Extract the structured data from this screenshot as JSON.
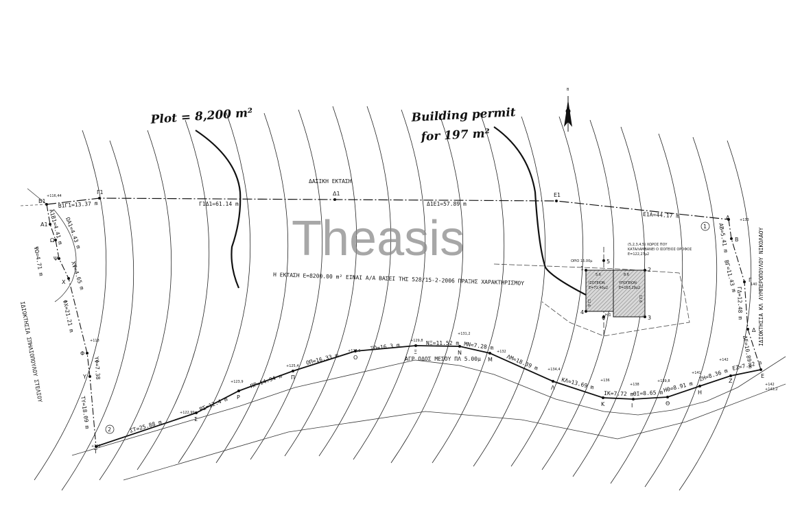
{
  "annotations": {
    "plot": "Plot = 8,200 m²",
    "permit_line1": "Building permit",
    "permit_line2": "for 197 m²"
  },
  "watermark": "Theasis",
  "labels": {
    "forest_area": "ΔΑΣΙΚΗ ΕΚΤΑΣΗ",
    "area_statement": "Η ΕΚΤΑΣΗ Ε=8200.00 m² ΕΙΝΑΙ Α/Α ΒΑΣΕΙ ΤΗΣ 528/15-2-2006 ΠΡΑΞΗΣ ΧΑΡΑΚΤΗΡΙΣΜΟΥ",
    "road": "ΑΓΡ ΟΔΟΣ ΜΕΣΟΥ ΠΛ 5.00μ",
    "owner_left": "ΙΔΙΟΚΤΗΣΙΑ ΣΠΗΛΙΟΠΟΥΛΟΥ ΣΤΕΛΙΟΥ",
    "owner_right": "ΙΔΙΟΚΤΗΣΙΑ ΚΛ ΛΥΜΠΕΡΟΠΟΥΛΟΥ ΝΙΚΟΛΑΟΥ",
    "setback": "ΟΡΙΟ 15.00μ",
    "ground_floor_area_note_1": "(5,2,3,4,5) ΧΩΡΟΣ ΠΟΥ",
    "ground_floor_area_note_2": "ΚΑΤΑΛΑΜΒΑΝΕΙ Ο ΙΣΟΓΕΙΟΣ ΟΡΟΦΟΣ",
    "ground_floor_area_note_3": "Ε=122,27μ2",
    "ground_floor": "ΙΣΟΓΕΙΟΝ",
    "ground_floor_area": "Ε=71,40μ2",
    "basement": "ΥΠΟΓΕΙΟΝ",
    "basement_area": "Ε=163,29μ2",
    "dim_a": "5.6",
    "dim_b": "8.6",
    "dim_c": "12.6",
    "dim_d": "12.6",
    "dim_e": "H/Σ",
    "circle_1": "1",
    "circle_2": "2",
    "north": "B"
  },
  "points": {
    "B1": "B1",
    "G1": "Γ1",
    "D1": "Δ1",
    "E1": "E1",
    "A": "A",
    "B": "B",
    "G": "Γ",
    "D": "Δ",
    "E": "E",
    "Z": "Z",
    "H": "H",
    "TH": "Θ",
    "I": "I",
    "K": "K",
    "L": "Λ",
    "M": "M",
    "N": "N",
    "X": "Ξ",
    "O": "Ο",
    "P": "Π",
    "R": "P",
    "S": "Σ",
    "T": "T",
    "Y": "Y",
    "F": "Φ",
    "CH": "X",
    "PS": "Ψ",
    "W": "Ω",
    "A1": "A1",
    "b1": "1",
    "b2": "2",
    "b3": "3",
    "b4": "4",
    "b5": "5",
    "b6": "6"
  },
  "elevations": {
    "B1": "+116,44",
    "A": "+133",
    "G": "140",
    "E": "+142",
    "Z": "+142",
    "H": "+141",
    "TH": "+139,8",
    "I": "+138",
    "K": "+136",
    "L": "+134,4",
    "M": "+132",
    "N": "+131,2",
    "X": "+129,8",
    "O": "+127,6",
    "P": "+125,4",
    "R": "+123,9",
    "S": "+122,99",
    "T": "+121",
    "F": "+118",
    "E2": "+143,2"
  },
  "segments": {
    "B1G1": "B1Γ1=13.37 m",
    "G1D1": "Γ1Δ1=61.14 m",
    "D1E1": "Δ1E1=57.89 m",
    "E1A": "E1A=44.17 m",
    "AB": "AB=5.41 m",
    "BG": "BΓ=11.43 m",
    "GD": "ΓΔ=12.48 m",
    "DE": "ΔE=10.89 m",
    "EZ": "EZ=7.82 m",
    "ZH": "ZH=8.36 m",
    "HTH": "HΘ=8.91 m",
    "THI": "ΘI=8.65 m",
    "IK": "IK=7.72 m",
    "KL": "KΛ=13.69 m",
    "LM": "ΛM=18.39 m",
    "MN": "MN=7.28 m",
    "NX": "NΞ=11.52 m",
    "XO": "ΞΟ=16.3 m",
    "OP": "ΟΠ=16.33 m",
    "PR": "ΠP=14.94 m",
    "RS": "PΣ=12.4 m",
    "ST": "ΣT=25.88 m",
    "TY": "TY=18.09 m",
    "YF": "YΦ=7.38",
    "FCH": "ΦX=21.21 m",
    "CHPS": "XΨ=4.65 m",
    "PSW": "ΨΩ=4.71 m",
    "WA1": "ΩA1=4.43 m",
    "A1B1": "A1B1=4.41 m"
  },
  "colors": {
    "line": "#111111",
    "watermark": "#8a8a8a",
    "hatch": "#9a9a9a"
  }
}
